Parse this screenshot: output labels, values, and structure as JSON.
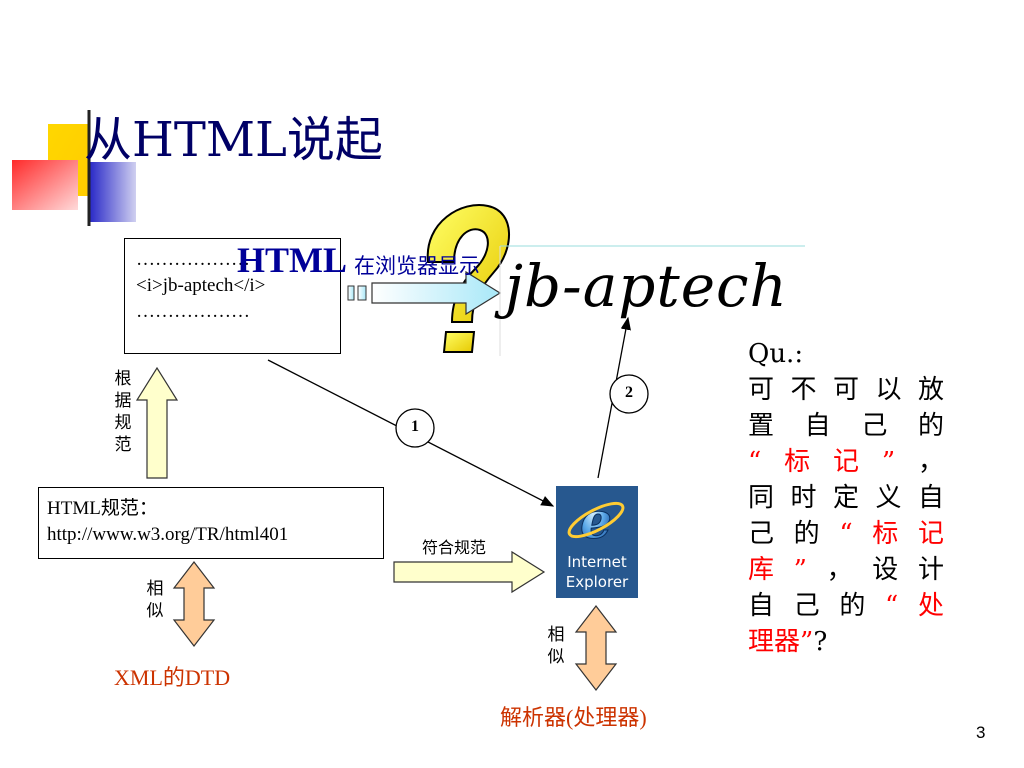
{
  "slide": {
    "title": "从HTML说起",
    "page_number": "3"
  },
  "code_box": {
    "line1": "………………",
    "line2": "<i>jb-aptech</i>",
    "line3": "………………"
  },
  "spec_box": {
    "line1": "HTML规范：",
    "line2": "http://www.w3.org/TR/html401"
  },
  "labels": {
    "according_spec": [
      "根",
      "据",
      "规",
      "范"
    ],
    "similar_left": [
      "相",
      "似"
    ],
    "similar_right": [
      "相",
      "似"
    ],
    "conform_spec": "符合规范",
    "xml_dtd": "XML的DTD",
    "parser": "解析器(处理器)",
    "html_caption": "HTML",
    "browser_caption": "在浏览器显示",
    "rendered_text": "jb-aptech",
    "step1": "1",
    "step2": "2"
  },
  "ie_icon": {
    "line1": "Internet",
    "line2": "Explorer"
  },
  "question": {
    "rows": [
      [
        {
          "t": "Qu.:",
          "c": "k"
        }
      ],
      [
        {
          "t": "可",
          "c": "k"
        },
        {
          "t": "不",
          "c": "k"
        },
        {
          "t": "可",
          "c": "k"
        },
        {
          "t": "以",
          "c": "k"
        },
        {
          "t": "放",
          "c": "k"
        }
      ],
      [
        {
          "t": "置",
          "c": "k"
        },
        {
          "t": "自",
          "c": "k"
        },
        {
          "t": "己",
          "c": "k"
        },
        {
          "t": "的",
          "c": "k"
        }
      ],
      [
        {
          "t": "“",
          "c": "r"
        },
        {
          "t": "标",
          "c": "r"
        },
        {
          "t": "记",
          "c": "r"
        },
        {
          "t": "”",
          "c": "r"
        },
        {
          "t": "，",
          "c": "k"
        }
      ],
      [
        {
          "t": "同",
          "c": "k"
        },
        {
          "t": "时",
          "c": "k"
        },
        {
          "t": "定",
          "c": "k"
        },
        {
          "t": "义",
          "c": "k"
        },
        {
          "t": "自",
          "c": "k"
        }
      ],
      [
        {
          "t": "己",
          "c": "k"
        },
        {
          "t": "的",
          "c": "k"
        },
        {
          "t": "“",
          "c": "r"
        },
        {
          "t": "标",
          "c": "r"
        },
        {
          "t": "记",
          "c": "r"
        }
      ],
      [
        {
          "t": "库",
          "c": "r"
        },
        {
          "t": "”",
          "c": "r"
        },
        {
          "t": "，",
          "c": "k"
        },
        {
          "t": "设",
          "c": "k"
        },
        {
          "t": "计",
          "c": "k"
        }
      ],
      [
        {
          "t": "自",
          "c": "k"
        },
        {
          "t": "己",
          "c": "k"
        },
        {
          "t": "的",
          "c": "k"
        },
        {
          "t": "“",
          "c": "r"
        },
        {
          "t": "处",
          "c": "r"
        }
      ],
      [
        {
          "t": "理",
          "c": "r"
        },
        {
          "t": "器",
          "c": "r"
        },
        {
          "t": "”",
          "c": "r"
        },
        {
          "t": "?",
          "c": "k"
        }
      ]
    ]
  },
  "colors": {
    "title": "#000066",
    "accent_red": "#ff0000",
    "label_orange": "#cc3300",
    "caption_blue": "#000099",
    "deco_yellow": "#ffcc00",
    "deco_blue": "#3333cc",
    "deco_red": "#ff3333",
    "up_arrow_fill": "#ffffcc",
    "double_arrow_fill": "#ffcc99",
    "right_arrow_fill": "#ffffcc",
    "display_arrow_fill": "#ccffff"
  }
}
